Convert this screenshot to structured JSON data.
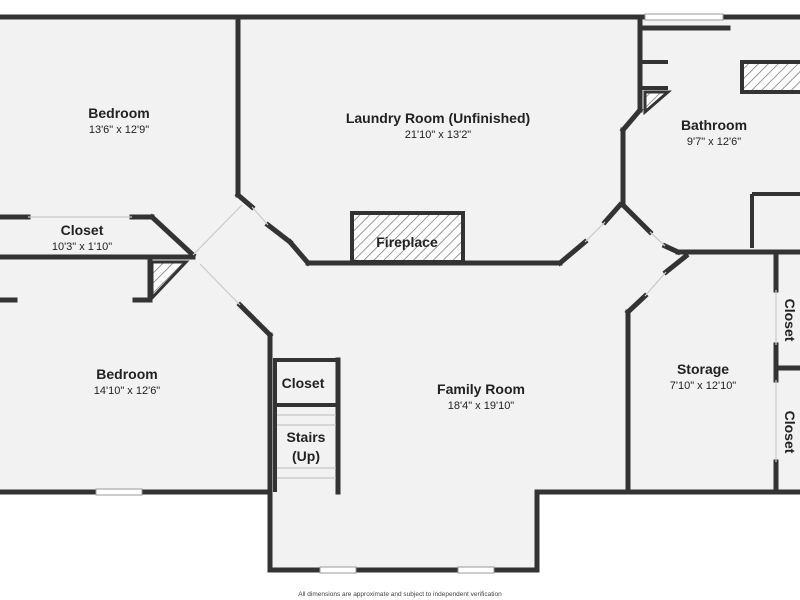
{
  "rooms": {
    "bedroom_top": {
      "name": "Bedroom",
      "dims": "13'6\" x 12'9\""
    },
    "laundry": {
      "name": "Laundry Room (Unfinished)",
      "dims": "21'10\" x 13'2\""
    },
    "bathroom": {
      "name": "Bathroom",
      "dims": "9'7\" x 12'6\""
    },
    "closet_left": {
      "name": "Closet",
      "dims": "10'3\" x 1'10\""
    },
    "fireplace": {
      "name": "Fireplace"
    },
    "bedroom_bottom": {
      "name": "Bedroom",
      "dims": "14'10\" x 12'6\""
    },
    "family_room": {
      "name": "Family Room",
      "dims": "18'4\" x 19'10\""
    },
    "storage": {
      "name": "Storage",
      "dims": "7'10\" x 12'10\""
    },
    "closet_stairs": {
      "name": "Closet"
    },
    "stairs": {
      "line1": "Stairs",
      "line2": "(Up)"
    },
    "closet_right_top": {
      "name": "Closet"
    },
    "closet_right_bottom": {
      "name": "Closet"
    }
  },
  "footer": {
    "note": "All dimensions are approximate and subject to independent verification"
  }
}
